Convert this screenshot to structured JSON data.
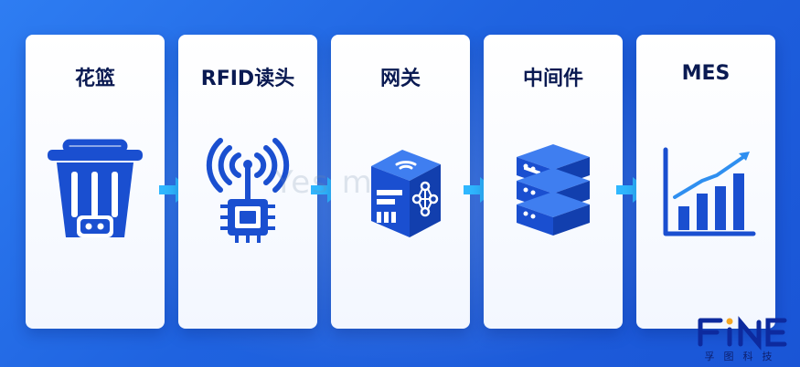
{
  "steps": [
    {
      "title": "花篮",
      "icon": "basket-icon"
    },
    {
      "title": "RFID读头",
      "icon": "rfid-reader-icon"
    },
    {
      "title": "网关",
      "icon": "gateway-icon"
    },
    {
      "title": "中间件",
      "icon": "server-stack-icon"
    },
    {
      "title": "MES",
      "icon": "growth-chart-icon"
    }
  ],
  "watermark": "Yes   m",
  "logo": {
    "wordmark": "FiNE",
    "subtitle": "孚图科技"
  },
  "colors": {
    "background": "#1f63e0",
    "card": "#ffffff",
    "icon_primary": "#1a4fd0",
    "arrow": "#2fb7ff",
    "title": "#0a1a52"
  }
}
